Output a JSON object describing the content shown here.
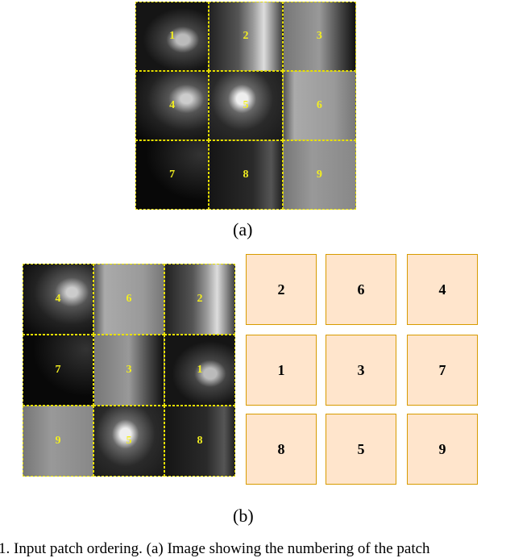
{
  "panel_a": {
    "label": "(a)",
    "patches": [
      "1",
      "2",
      "3",
      "4",
      "5",
      "6",
      "7",
      "8",
      "9"
    ]
  },
  "panel_b": {
    "label": "(b)",
    "patches": [
      "4",
      "6",
      "2",
      "7",
      "3",
      "1",
      "9",
      "5",
      "8"
    ],
    "tiles": [
      "2",
      "6",
      "4",
      "1",
      "3",
      "7",
      "8",
      "5",
      "9"
    ]
  },
  "colors": {
    "tile_fill": "#ffe5cc",
    "tile_border": "#d79b00",
    "patch_label": "#f2ee20"
  },
  "caption": "1.  Input patch ordering. (a) Image showing the numbering of the patch"
}
